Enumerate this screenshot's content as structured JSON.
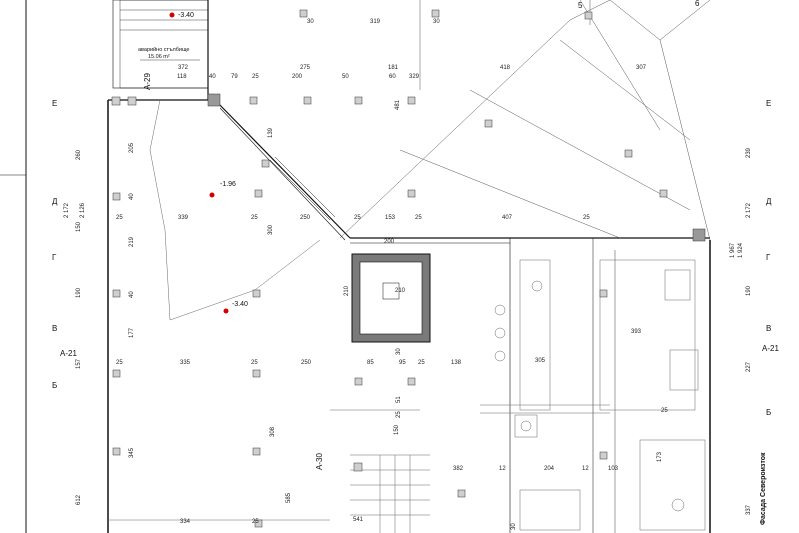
{
  "axis_labels_left": [
    "Е",
    "Д",
    "Г",
    "В",
    "Б"
  ],
  "axis_labels_right": [
    "Е",
    "Д",
    "Г",
    "В",
    "Б"
  ],
  "axis_numbers_top": [
    "5",
    "6"
  ],
  "section_labels": {
    "a29": "А-29",
    "a30": "А-30",
    "a21_left": "А-21",
    "a21_right": "А-21"
  },
  "levels": [
    "-3.40",
    "-1.96",
    "-3.40"
  ],
  "room_label": {
    "name": "аварийно стълбище",
    "area": "15.06 m²"
  },
  "facade_label": "Фасада Североизток",
  "dimensions": {
    "top_row_1": [
      "30",
      "319",
      "30"
    ],
    "top_row_2": [
      "372",
      "275",
      "181",
      "418",
      "307"
    ],
    "top_row_3": [
      "118",
      "40",
      "79",
      "25",
      "200",
      "50",
      "60",
      "329"
    ],
    "left_column": [
      "260",
      "2 126",
      "2 172",
      "150",
      "190",
      "157",
      "612"
    ],
    "left_inner": [
      "205",
      "40",
      "219",
      "40",
      "177",
      "345"
    ],
    "row_d": [
      "25",
      "339",
      "25",
      "250",
      "25",
      "153",
      "25",
      "407",
      "25"
    ],
    "row_b": [
      "25",
      "335",
      "25",
      "250",
      "85",
      "95",
      "25",
      "138"
    ],
    "bottom_row": [
      "334",
      "25",
      "382",
      "204",
      "103",
      "12",
      "12"
    ],
    "misc": [
      "139",
      "481",
      "300",
      "200",
      "210",
      "210",
      "393",
      "305",
      "30",
      "51",
      "25",
      "308",
      "150",
      "585",
      "541",
      "30",
      "173",
      "25"
    ],
    "right_column": [
      "239",
      "2 172",
      "1 967",
      "1 924",
      "190",
      "227",
      "337"
    ]
  }
}
